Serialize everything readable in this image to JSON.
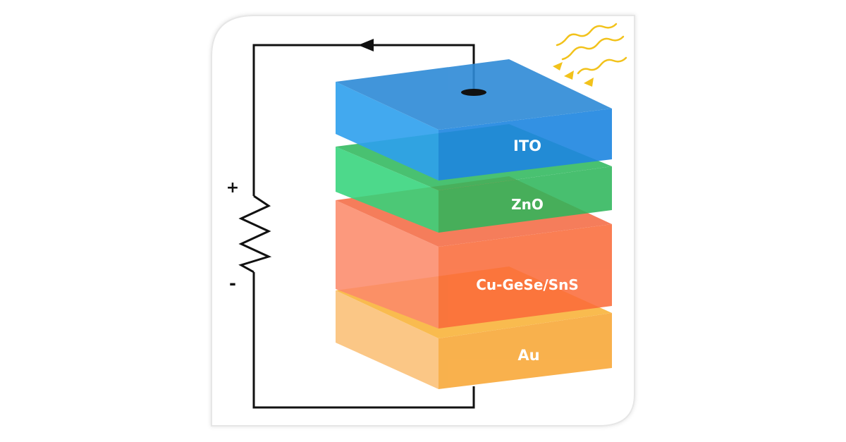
{
  "diagram": {
    "layers": [
      {
        "id": "au",
        "label": "Au",
        "top": "#f9b43c",
        "front": "#f8a93a",
        "side": "#fbc27a"
      },
      {
        "id": "cugese",
        "label": "Cu-GeSe/SnS",
        "top": "#f46a43",
        "front": "#fa6b3a",
        "side": "#fc8a6a"
      },
      {
        "id": "zno",
        "label": "ZnO",
        "top": "#2fb85d",
        "front": "#2eb65a",
        "side": "#33d47a"
      },
      {
        "id": "ito",
        "label": "ITO",
        "top": "#2d8ad6",
        "front": "#1e86e0",
        "side": "#2ea0ee"
      }
    ],
    "circuit": {
      "plus_label": "+",
      "minus_label": "-"
    },
    "colors": {
      "wire": "#111111",
      "light_rays": "#f2c21b",
      "frame": "#e6e6e6"
    }
  }
}
